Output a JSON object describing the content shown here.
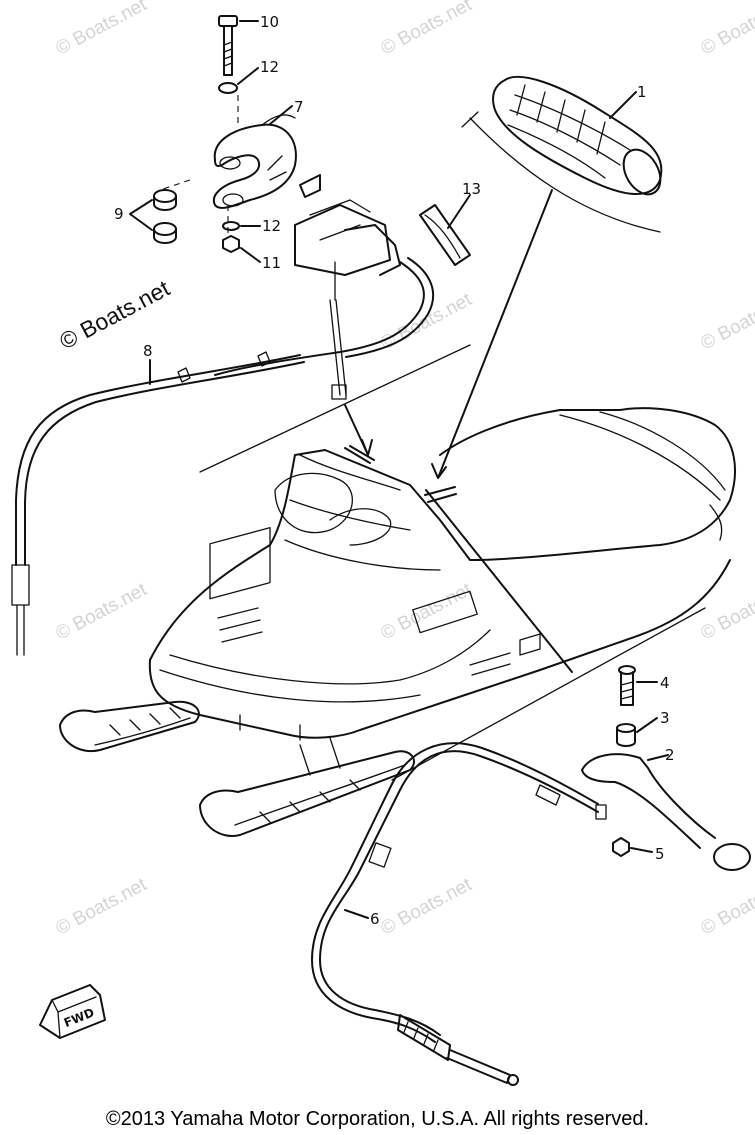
{
  "diagram": {
    "watermark_text": "© Boats.net",
    "callouts": [
      "1",
      "2",
      "3",
      "4",
      "5",
      "6",
      "7",
      "8",
      "9",
      "10",
      "11",
      "12",
      "13"
    ],
    "callout_12_repeat": "12",
    "fwd_label": "FWD"
  },
  "footer": {
    "copyright": "©2013 Yamaha Motor Corporation, U.S.A. All rights reserved."
  }
}
